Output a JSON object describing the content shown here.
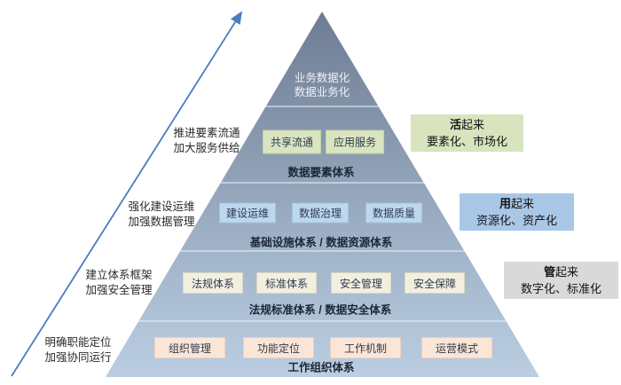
{
  "pyramid": {
    "apex": {
      "line1": "业务数据化",
      "line2": "数据业务化"
    },
    "levels": [
      {
        "band_label": "数据要素体系",
        "boxes": [
          "共享流通",
          "应用服务"
        ]
      },
      {
        "band_label": "基础设施体系 / 数据资源体系",
        "boxes": [
          "建设运维",
          "数据治理",
          "数据质量"
        ]
      },
      {
        "band_label": "法规标准体系 / 数据安全体系",
        "boxes": [
          "法规体系",
          "标准体系",
          "安全管理",
          "安全保障"
        ]
      },
      {
        "band_label": "工作组织体系",
        "boxes": [
          "组织管理",
          "功能定位",
          "工作机制",
          "运营模式"
        ]
      }
    ]
  },
  "left_labels": [
    {
      "line1": "推进要素流通",
      "line2": "加大服务供给"
    },
    {
      "line1": "强化建设运维",
      "line2": "加强数据管理"
    },
    {
      "line1": "建立体系框架",
      "line2": "加强安全管理"
    },
    {
      "line1": "明确职能定位",
      "line2": "加强协同运行"
    }
  ],
  "callouts": [
    {
      "emphasis": "活",
      "title_rest": "起来",
      "subtitle": "要素化、市场化",
      "bg": "#d7e4bd"
    },
    {
      "emphasis": "用",
      "title_rest": "起来",
      "subtitle": "资源化、资产化",
      "bg": "#a9c7e6"
    },
    {
      "emphasis": "管",
      "title_rest": "起来",
      "subtitle": "数字化、标准化",
      "bg": "#d9d9d9"
    }
  ],
  "colors": {
    "arrow": "#4a7cc0",
    "pyramid_top": "#6b7992",
    "pyramid_bottom": "#bdcfe3",
    "box_green": "#d9e5c0",
    "box_blue": "#bdd7ee",
    "box_cream": "#f2efdf",
    "box_peach": "#fbe5d6"
  }
}
